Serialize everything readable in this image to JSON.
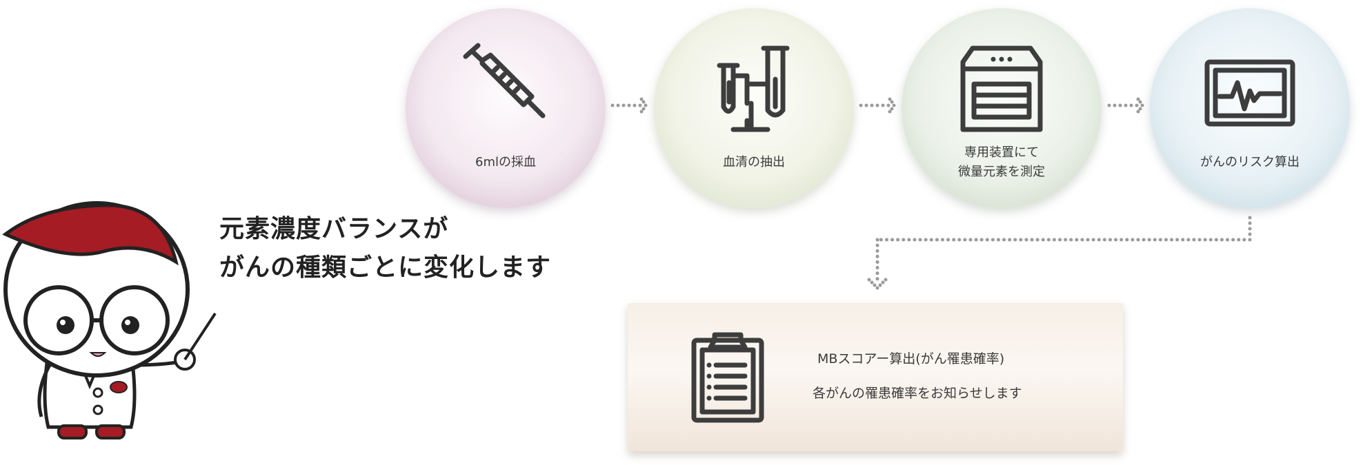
{
  "headline": {
    "line1": "元素濃度バランスが",
    "line2": "がんの種類ごとに変化します"
  },
  "steps": [
    {
      "label": "6mlの採血",
      "icon": "syringe-icon"
    },
    {
      "label": "血清の抽出",
      "icon": "test-tubes-icon"
    },
    {
      "label_line1": "専用装置にて",
      "label_line2": "微量元素を測定",
      "icon": "analyzer-device-icon"
    },
    {
      "label": "がんのリスク算出",
      "icon": "monitor-heartbeat-icon"
    }
  ],
  "result": {
    "title": "MBスコアー算出(がん罹患確率)",
    "description": "各がんの罹患確率をお知らせします",
    "icon": "clipboard-icon"
  },
  "colors": {
    "mascot_hair": "#a51c24",
    "icon_stroke": "#3d3d3d",
    "arrow_dots": "#9a9a9a"
  }
}
